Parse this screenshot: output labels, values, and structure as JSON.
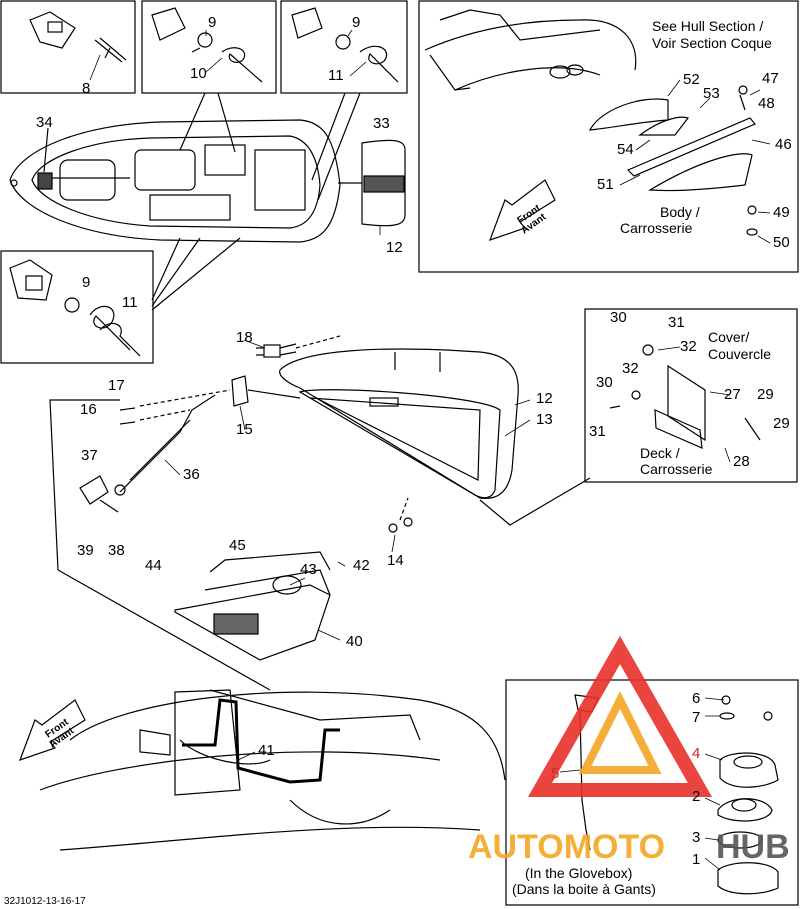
{
  "diagram": {
    "code": "32J1012-13-16-17",
    "labels": {
      "hull_section": [
        "See Hull Section /",
        "Voir Section Coque"
      ],
      "body": [
        "Body /",
        "Carrosserie"
      ],
      "cover": [
        "Cover/",
        "Couvercle"
      ],
      "deck": [
        "Deck /",
        "Carrosserie"
      ],
      "glovebox": [
        "(In the Glovebox)",
        "(Dans la boite à Gants)"
      ],
      "front": [
        "Front",
        "Avant"
      ]
    },
    "callouts": {
      "c1": "1",
      "c2": "2",
      "c3": "3",
      "c4": "4",
      "c5": "5",
      "c6": "6",
      "c7": "7",
      "c8": "8",
      "c9a": "9",
      "c9b": "9",
      "c9c": "9",
      "c10": "10",
      "c11a": "11",
      "c11b": "11",
      "c12a": "12",
      "c12b": "12",
      "c13": "13",
      "c14": "14",
      "c15": "15",
      "c16": "16",
      "c17": "17",
      "c18": "18",
      "c27": "27",
      "c28": "28",
      "c29a": "29",
      "c29b": "29",
      "c30a": "30",
      "c30b": "30",
      "c31a": "31",
      "c31b": "31",
      "c32a": "32",
      "c32b": "32",
      "c33": "33",
      "c34": "34",
      "c36": "36",
      "c37": "37",
      "c38": "38",
      "c39": "39",
      "c40": "40",
      "c41": "41",
      "c42": "42",
      "c43": "43",
      "c44": "44",
      "c45": "45",
      "c46": "46",
      "c47": "47",
      "c48": "48",
      "c49": "49",
      "c50": "50",
      "c51": "51",
      "c52": "52",
      "c53": "53",
      "c54": "54"
    },
    "watermark": {
      "part1": "AUTOMOTO",
      "part2": "HUB"
    },
    "colors": {
      "ink": "#000000",
      "highlight": "#cc2a1e",
      "watermark_red": "#e8302a",
      "watermark_orange": "#f5a623"
    }
  }
}
